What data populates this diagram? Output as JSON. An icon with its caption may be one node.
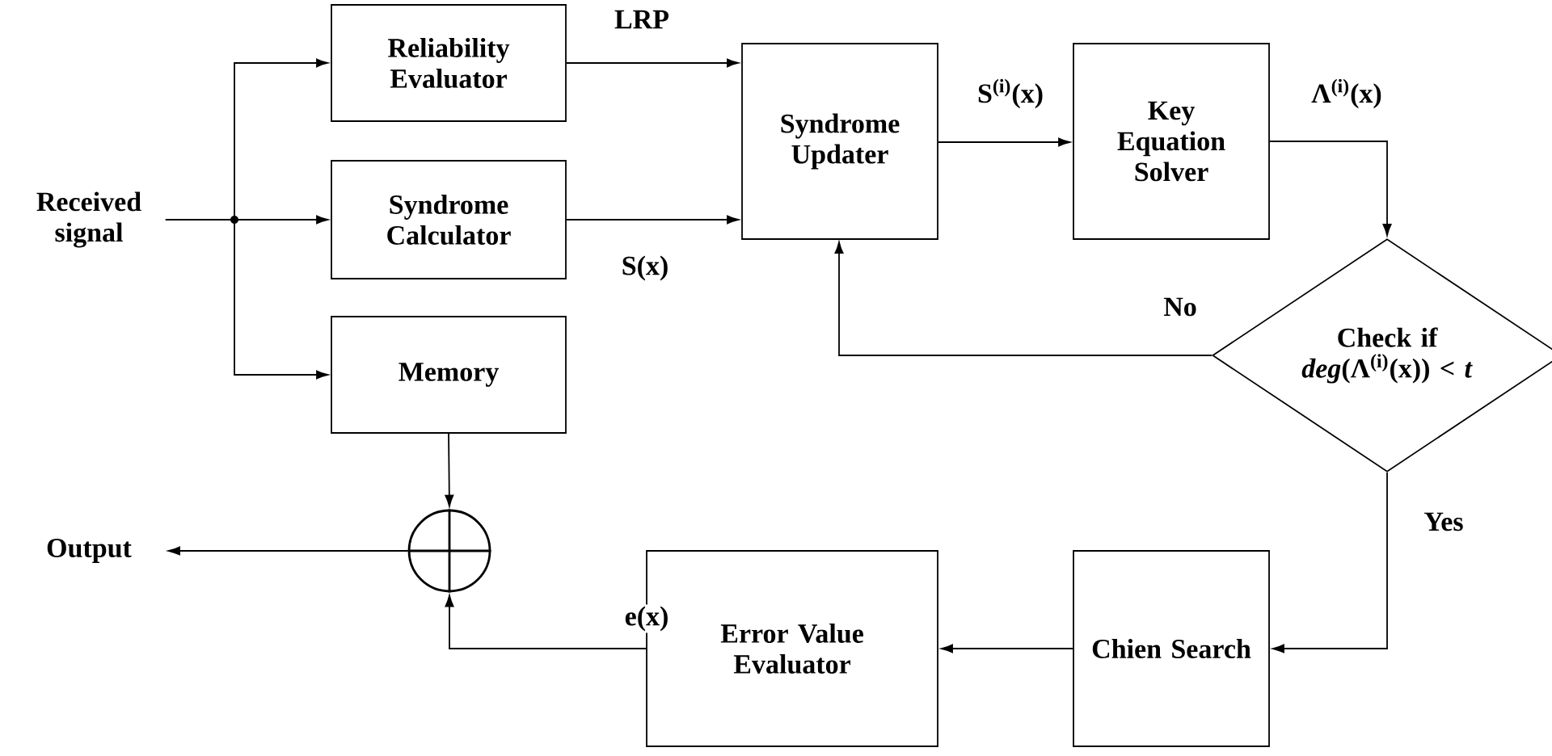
{
  "diagram": {
    "nodes": [
      {
        "text": [
          "Received signal"
        ]
      },
      {
        "text": [
          "Reliability Evaluator"
        ]
      },
      {
        "text": [
          "Syndrome Calculator"
        ]
      },
      {
        "text": [
          "Memory"
        ]
      },
      {
        "text": [
          "Syndrome Updater"
        ]
      },
      {
        "text": [
          "Key Equation Solver"
        ]
      },
      {
        "text": [
          "Check if",
          "*deg*(Λ$^{(i)}$(x)) < *t*"
        ]
      },
      {
        "text": [],
        "shape": "circle"
      },
      {
        "text": [
          "Output"
        ]
      },
      {
        "text": [
          "Chien Search"
        ]
      },
      {
        "text": [
          "Error Value Evaluator"
        ]
      }
    ],
    "edges": [
      {
        "from": 0,
        "to": 1,
        "arrow": "to"
      },
      {
        "from": 0,
        "to": 2,
        "arrow": "to"
      },
      {
        "from": 0,
        "to": 3,
        "arrow": "to"
      },
      {
        "from": 1,
        "to": 4,
        "arrow": "to",
        "label": "LRP"
      },
      {
        "from": 2,
        "to": 4,
        "arrow": "to",
        "label": "S(x)"
      },
      {
        "from": 4,
        "to": 5,
        "arrow": "to",
        "label": "S$^{(i)}$(x)"
      },
      {
        "from": 5,
        "to": 6,
        "arrow": "to",
        "label": "Λ$^{(i)}$(x)"
      },
      {
        "from": 6,
        "to": 4,
        "arrow": "to",
        "label": "No"
      },
      {
        "from": 6,
        "to": 9,
        "arrow": "to",
        "label": "Yes"
      },
      {
        "from": 9,
        "to": 10,
        "arrow": "to"
      },
      {
        "from": 10,
        "to": 7,
        "arrow": "to",
        "label": "e(x)"
      },
      {
        "from": 3,
        "to": 7,
        "arrow": "to"
      },
      {
        "from": 7,
        "to": 8,
        "arrow": "to"
      }
    ]
  }
}
